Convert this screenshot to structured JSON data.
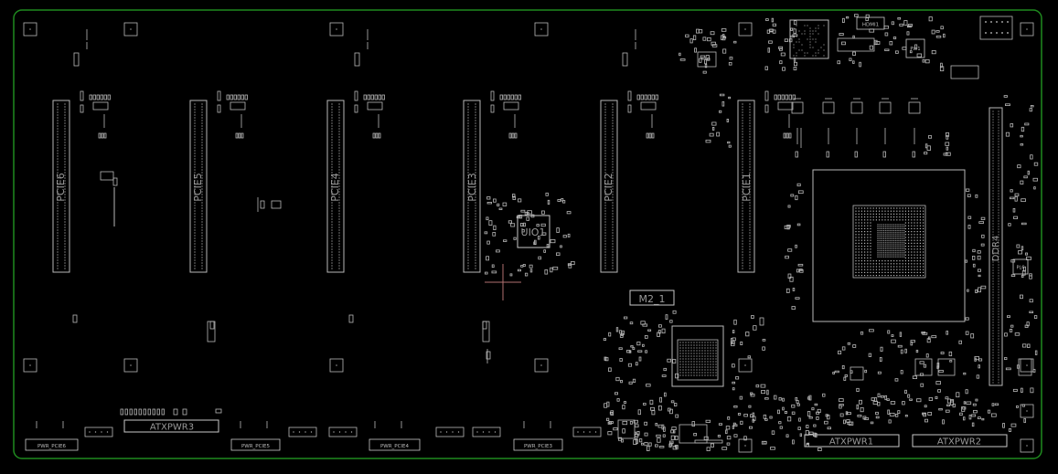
{
  "board": {
    "outline_color": "#1f8a1f",
    "silk_color": "#b8b8b8",
    "label_color": "#9a9a9a",
    "cursor_color": "#b07070"
  },
  "labels": {
    "pcie6": "PCIE6",
    "pcie5": "PCIE5",
    "pcie4": "PCIE4",
    "pcie3": "PCIE3",
    "pcie2": "PCIE2",
    "pcie1": "PCIE1",
    "uio1": "UIO1",
    "m2": "M2_1",
    "ddr4": "DDR4",
    "atxpwr1": "ATXPWR1",
    "atxpwr2": "ATXPWR2",
    "atxpwr3": "ATXPWR3",
    "pwr_pcie6": "PWR_PCIE6",
    "pwr_pcie5": "PWR_PCIE5",
    "pwr_pcie4": "PWR_PCIE4",
    "pwr_pcie3": "PWR_PCIE3",
    "hdmi1": "HDMI1",
    "pw1": "PW1",
    "pl": "PL6"
  }
}
